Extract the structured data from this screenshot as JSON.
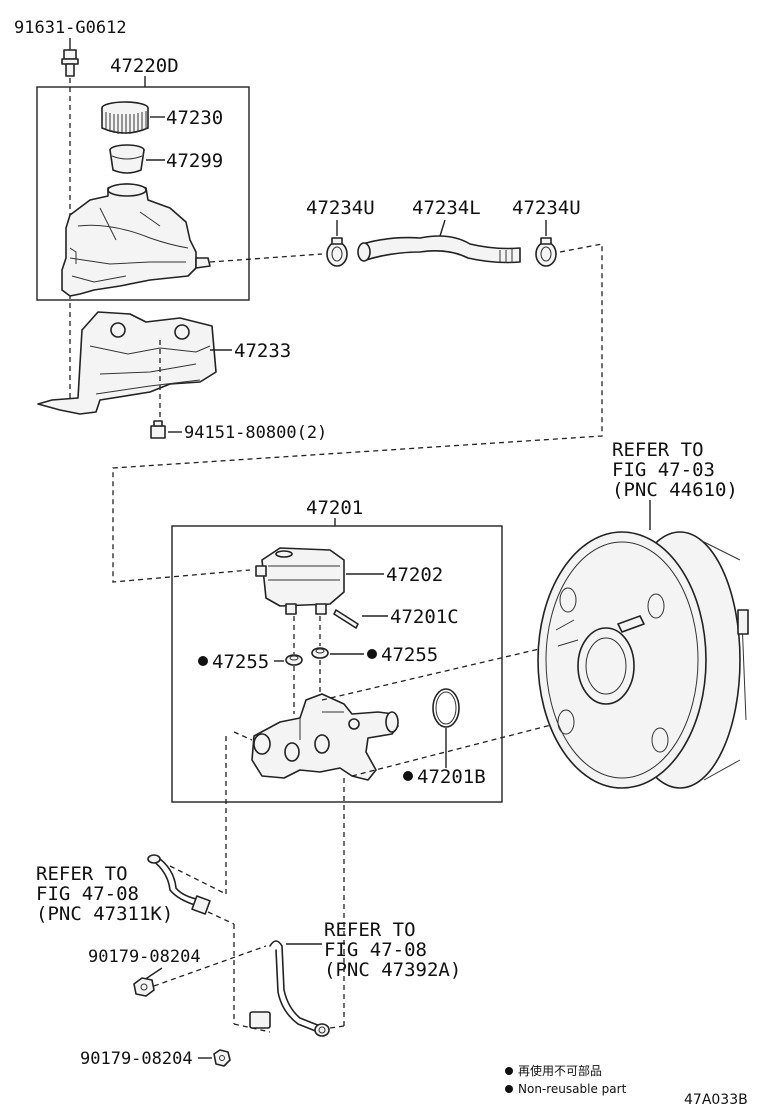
{
  "labels": {
    "bolt_top": "91631-G0612",
    "reservoir_assy": "47220D",
    "cap": "47230",
    "strainer": "47299",
    "clip_left": "47234U",
    "hose": "47234L",
    "clip_right": "47234U",
    "bracket": "47233",
    "bracket_bolt": "94151-80800(2)",
    "cylinder_assy": "47201",
    "reservoir_sub": "47202",
    "pin": "47201C",
    "grommet_left": "47255",
    "grommet_right": "47255",
    "oring": "47201B",
    "nut_upper": "90179-08204",
    "nut_lower": "90179-08204",
    "catalog_code": "47A033B"
  },
  "refers": {
    "booster": [
      "REFER TO",
      "FIG 47-03",
      "(PNC 44610)"
    ],
    "pipe_left": [
      "REFER TO",
      "FIG 47-08",
      "(PNC 47311K)"
    ],
    "pipe_right": [
      "REFER TO",
      "FIG 47-08",
      "(PNC 47392A)"
    ]
  },
  "legend": {
    "line_jp": "再使用不可部品",
    "line_en": "Non-reusable part"
  },
  "non_reusable_marker": "●"
}
